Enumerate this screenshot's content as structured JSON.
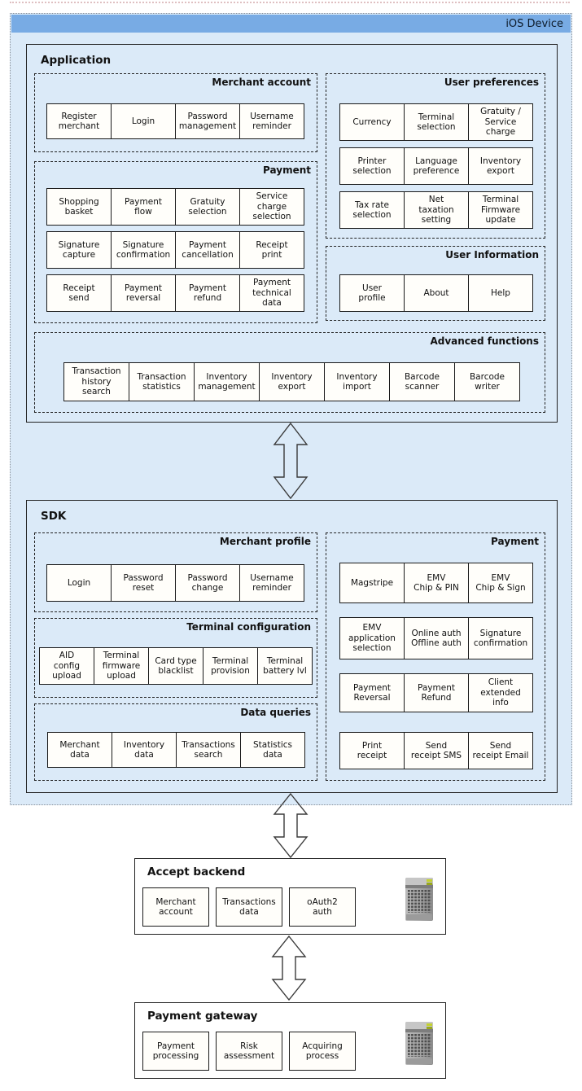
{
  "device": {
    "label": "iOS Device"
  },
  "application": {
    "title": "Application",
    "groups": [
      {
        "name": "Merchant account",
        "rows": [
          [
            "Register\nmerchant",
            "Login",
            "Password\nmanagement",
            "Username\nreminder"
          ]
        ]
      },
      {
        "name": "Payment",
        "rows": [
          [
            "Shopping\nbasket",
            "Payment\nflow",
            "Gratuity\nselection",
            "Service\ncharge\nselection"
          ],
          [
            "Signature\ncapture",
            "Signature\nconfirmation",
            "Payment\ncancellation",
            "Receipt\nprint"
          ],
          [
            "Receipt\nsend",
            "Payment\nreversal",
            "Payment\nrefund",
            "Payment\ntechnical\ndata"
          ]
        ]
      },
      {
        "name": "User preferences",
        "rows": [
          [
            "Currency",
            "Terminal\nselection",
            "Gratuity /\nService\ncharge"
          ],
          [
            "Printer\nselection",
            "Language\npreference",
            "Inventory\nexport"
          ],
          [
            "Tax rate\nselection",
            "Net\ntaxation\nsetting",
            "Terminal\nFirmware\nupdate"
          ]
        ]
      },
      {
        "name": "User Information",
        "rows": [
          [
            "User\nprofile",
            "About",
            "Help"
          ]
        ]
      },
      {
        "name": "Advanced functions",
        "rows": [
          [
            "Transaction\nhistory\nsearch",
            "Transaction\nstatistics",
            "Inventory\nmanagement",
            "Inventory\nexport",
            "Inventory\nimport",
            "Barcode\nscanner",
            "Barcode\nwriter"
          ]
        ]
      }
    ]
  },
  "sdk": {
    "title": "SDK",
    "groups": [
      {
        "name": "Merchant profile",
        "rows": [
          [
            "Login",
            "Password\nreset",
            "Password\nchange",
            "Username\nreminder"
          ]
        ]
      },
      {
        "name": "Terminal configuration",
        "rows": [
          [
            "AID\nconfig\nupload",
            "Terminal\nfirmware\nupload",
            "Card type\nblacklist",
            "Terminal\nprovision",
            "Terminal\nbattery lvl"
          ]
        ]
      },
      {
        "name": "Data queries",
        "rows": [
          [
            "Merchant\ndata",
            "Inventory\ndata",
            "Transactions\nsearch",
            "Statistics\ndata"
          ]
        ]
      },
      {
        "name": "Payment",
        "rows": [
          [
            "Magstripe",
            "EMV\nChip & PIN",
            "EMV\nChip & Sign"
          ],
          [
            "EMV\napplication\nselection",
            "Online auth\nOffline auth",
            "Signature\nconfirmation"
          ],
          [
            "Payment\nReversal",
            "Payment\nRefund",
            "Client\nextended\ninfo"
          ],
          [
            "Print\nreceipt",
            "Send\nreceipt SMS",
            "Send\nreceipt Email"
          ]
        ]
      }
    ]
  },
  "backend": {
    "title": "Accept backend",
    "rows": [
      [
        "Merchant\naccount",
        "Transactions\ndata",
        "oAuth2\nauth"
      ]
    ],
    "icon": "server-icon"
  },
  "gateway": {
    "title": "Payment gateway",
    "rows": [
      [
        "Payment\nprocessing",
        "Risk\nassessment",
        "Acquiring\nprocess"
      ]
    ],
    "icon": "server-icon"
  },
  "colors": {
    "device_bar": "#78abe4",
    "device_bg": "#dbeaf8",
    "cell_bg": "#fffefa",
    "border": "#1a1a1a",
    "led_bright": "#c3d22e",
    "led_dim": "#99a81c"
  }
}
